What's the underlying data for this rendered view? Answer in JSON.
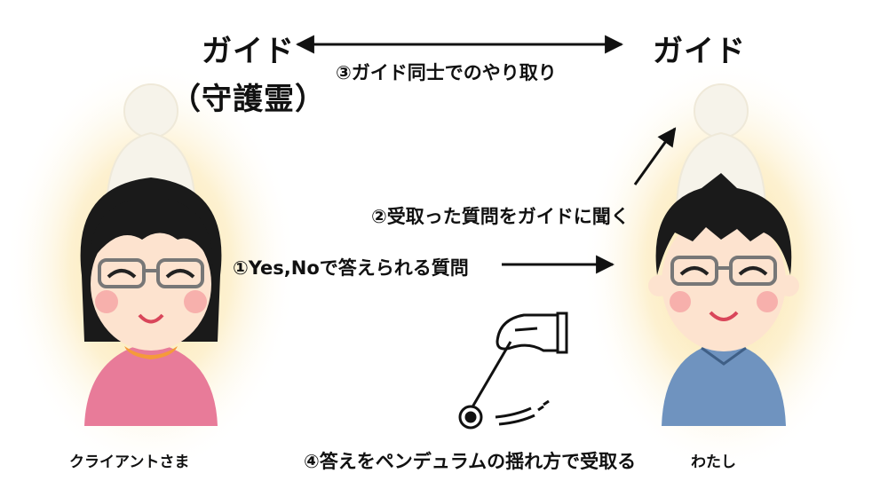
{
  "left_guide": {
    "title": "ガイド",
    "subtitle": "（守護霊）"
  },
  "right_guide": {
    "title": "ガイド"
  },
  "steps": {
    "step3": "③ガイド同士でのやり取り",
    "step2": "②受取った質問をガイドに聞く",
    "step1": "①Yes,Noで答えられる質問",
    "step4": "④答えをペンデュラムの揺れ方で受取る"
  },
  "people": {
    "client": {
      "caption": "クライアントさま"
    },
    "me": {
      "caption": "わたし"
    }
  },
  "colors": {
    "aura": "#f7c64a",
    "spirit": "#f6f3ea",
    "hair": "#1a1a1a",
    "skin": "#fde3cf",
    "cheek": "#f5a3a3",
    "client_shirt": "#e87b99",
    "client_collar": "#f59a3a",
    "me_shirt": "#6f93bf",
    "arrows": "#111111"
  }
}
